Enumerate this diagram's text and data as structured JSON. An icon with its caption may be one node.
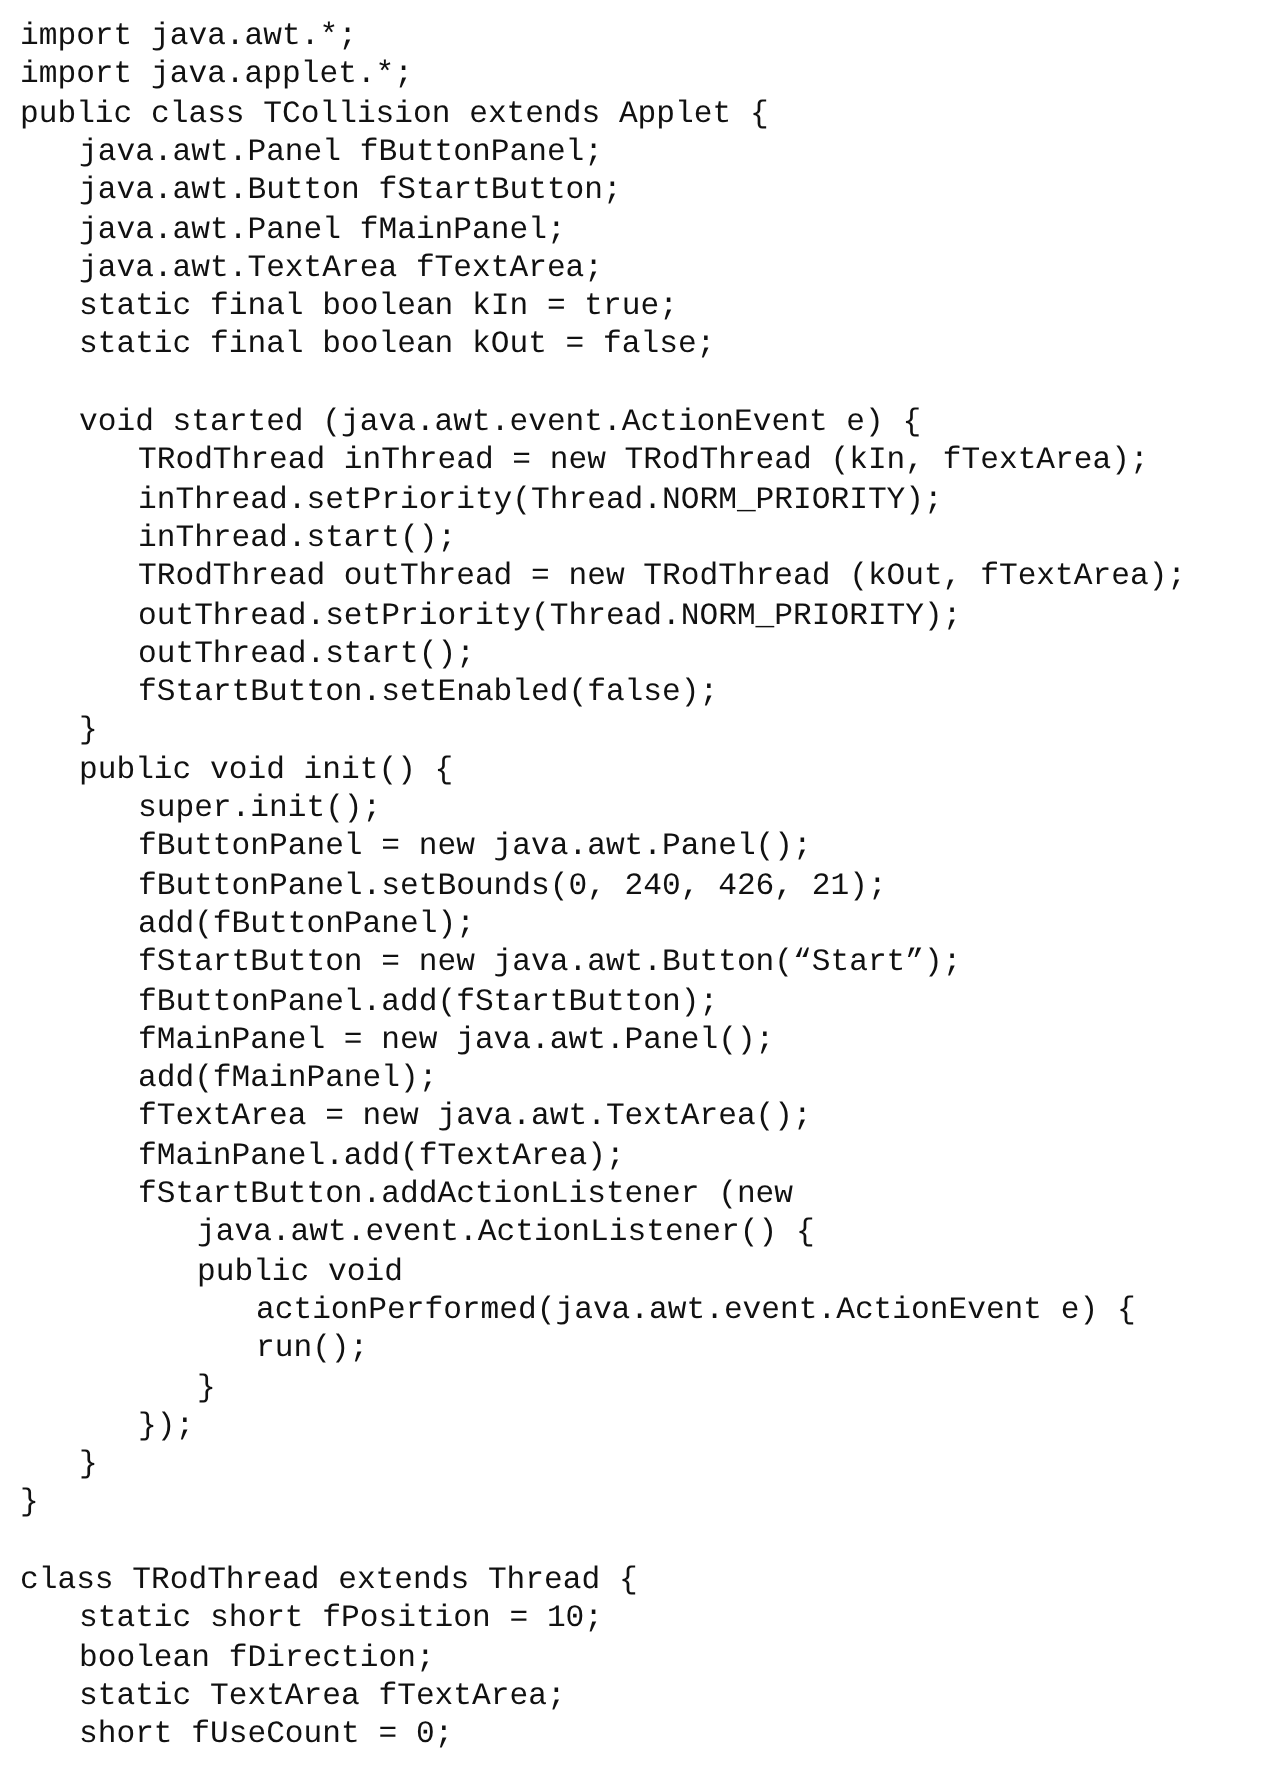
{
  "diagram": {
    "labels": [
      "import java.awt.*;",
      "import java.applet.*;",
      "public class TCollision extends Applet {",
      "java.awt.Panel fButtonPanel;",
      "java.awt.Button fStartButton;",
      "java.awt.Panel fMainPanel;",
      "java.awt.TextArea fTextArea;",
      "static final boolean kIn = true;",
      "static final boolean kOut = false;",
      "void started (java.awt.event.ActionEvent e) {",
      "TRodThread inThread = new TRodThread (kIn, fTextArea);",
      "inThread.setPriority(Thread.NORM_PRIORITY);",
      "inThread.start();",
      "TRodThread outThread = new TRodThread (kOut, fTextArea);",
      "outThread.setPriority(Thread.NORM_PRIORITY);",
      "outThread.start();",
      "fStartButton.setEnabled(false);",
      "}",
      "public void init() {",
      "super.init();",
      "fButtonPanel = new java.awt.Panel();",
      "fButtonPanel.setBounds(0, 240, 426, 21);",
      "add(fButtonPanel);",
      "fStartButton = new java.awt.Button(“Start”);",
      "fButtonPanel.add(fStartButton);",
      "fMainPanel = new java.awt.Panel();",
      "add(fMainPanel);",
      "fTextArea = new java.awt.TextArea();",
      "fMainPanel.add(fTextArea);",
      "fStartButton.addActionListener (new",
      "java.awt.event.ActionListener() {",
      "public void",
      "actionPerformed(java.awt.event.ActionEvent e) {",
      "run();",
      "}",
      "});",
      "}",
      "}",
      "class TRodThread extends Thread {",
      "static short fPosition = 10;",
      "boolean fDirection;",
      "static TextArea fTextArea;",
      "short fUseCount = 0;"
    ]
  }
}
